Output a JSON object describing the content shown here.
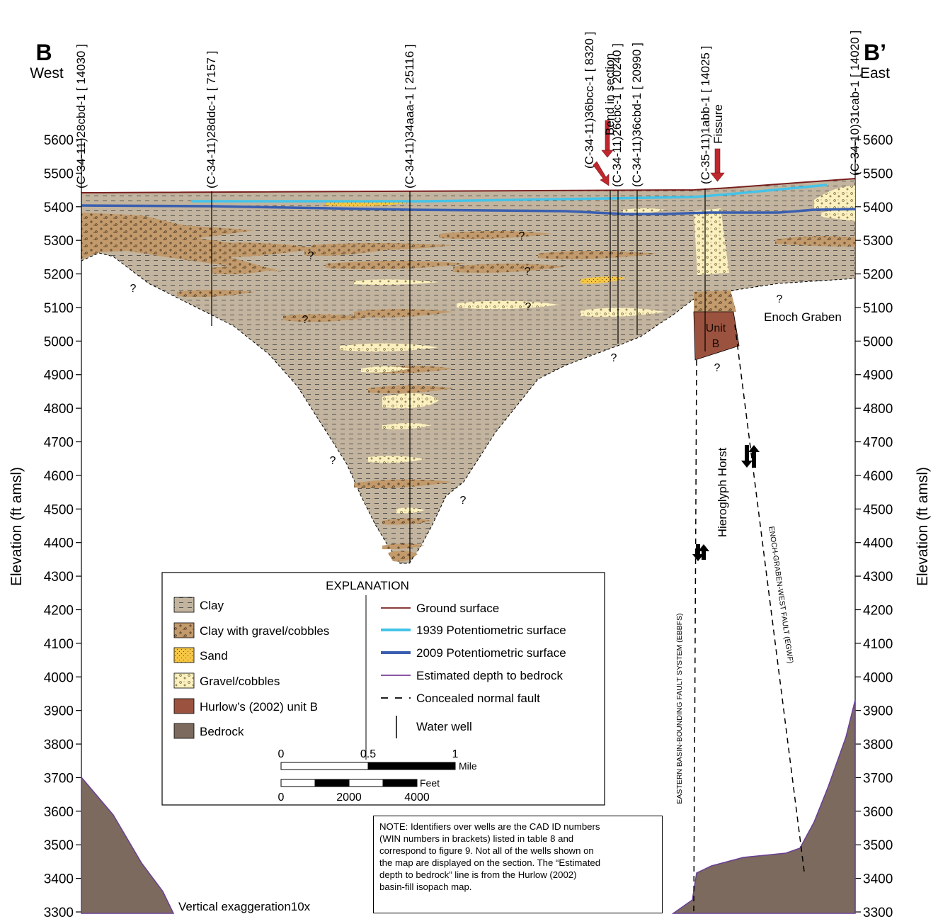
{
  "section": {
    "left_letter": "B",
    "left_direction": "West",
    "right_letter": "B’",
    "right_direction": "East",
    "y_axis_label": "Elevation (ft amsl)",
    "y_ticks": [
      "5600",
      "5500",
      "5400",
      "5300",
      "5200",
      "5100",
      "5000",
      "4900",
      "4800",
      "4700",
      "4600",
      "4500",
      "4400",
      "4300",
      "4200",
      "4100",
      "4000",
      "3900",
      "3800",
      "3700",
      "3600",
      "3500",
      "3400",
      "3300"
    ],
    "vertical_exaggeration": "Vertical exaggeration10x"
  },
  "wells": [
    {
      "label": "(C-34-11)28cbd-1 [ 14030 ]"
    },
    {
      "label": "(C-34-11)28ddc-1 [ 7157 ]"
    },
    {
      "label": "(C-34-11)34aaa-1 [ 25116 ]"
    },
    {
      "label": "(C-34-11)36bcc-1 [ 8320 ]"
    },
    {
      "label": "(C-34-11)26cbc-1 [ 20240 ]"
    },
    {
      "label": "(C-34-11)36cbd-1 [ 20990 ]"
    },
    {
      "label": "(C-35-11)1abb-1 [ 14025 ]"
    },
    {
      "label": "(C-34-10)31cab-1 [ 14020 ]"
    }
  ],
  "annotations": {
    "bend": "Bend in section",
    "fissure": "Fissure",
    "unit_b_line1": "Unit",
    "unit_b_line2": "B",
    "enoch_graben": "Enoch Graben",
    "hieroglyph_horst": "Hieroglyph Horst",
    "ebbfs": "EASTERN BASIN-BOUNDING FAULT SYSTEM (EBBFS)",
    "egwf": "ENOCH-GRABEN-WEST FAULT (EGWF)",
    "question": "?"
  },
  "explanation": {
    "title": "EXPLANATION",
    "units": [
      {
        "label": "Clay",
        "color": "#c2b49e"
      },
      {
        "label": "Clay with gravel/cobbles",
        "color": "#c29a6b"
      },
      {
        "label": "Sand",
        "color": "#f6c744"
      },
      {
        "label": "Gravel/cobbles",
        "color": "#fbf0bf"
      },
      {
        "label": "Hurlow’s (2002) unit B",
        "color": "#9b5340"
      },
      {
        "label": "Bedrock",
        "color": "#7b6a5d"
      }
    ],
    "lines": [
      {
        "label": "Ground surface",
        "color": "#7a1f1f"
      },
      {
        "label": "1939 Potentiometric surface",
        "color": "#45c3e8"
      },
      {
        "label": "2009 Potentiometric surface",
        "color": "#3a5fb0"
      },
      {
        "label": "Estimated depth to bedrock",
        "color": "#7a3f98"
      },
      {
        "label": "Concealed normal fault",
        "color": "#000000"
      },
      {
        "label": "Water well",
        "color": "#000000"
      }
    ]
  },
  "scale": {
    "mile_labels": [
      "0",
      "0.5",
      "1"
    ],
    "mile_unit": "Mile",
    "feet_labels": [
      "0",
      "2000",
      "4000"
    ],
    "feet_unit": "Feet"
  },
  "note": {
    "lines": [
      "NOTE:  Identifiers over wells are the CAD ID numbers",
      "(WIN numbers in brackets) listed in table 8 and",
      "correspond to figure 9.  Not all of the wells shown on",
      "the map are displayed on the section. The “Estimated",
      "depth to bedrock” line is from the Hurlow (2002)",
      "basin-fill isopach map."
    ]
  }
}
